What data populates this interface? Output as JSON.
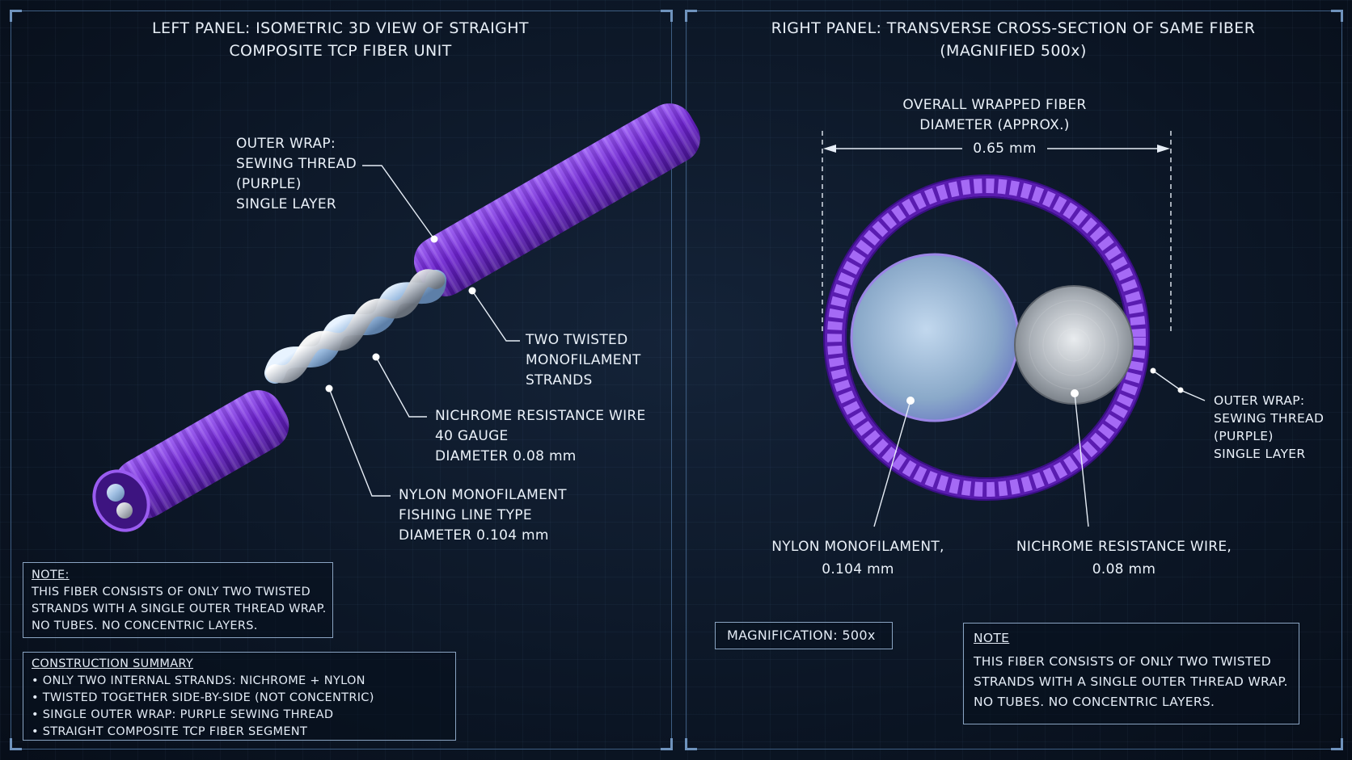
{
  "left_panel": {
    "title_lines": [
      "LEFT PANEL: ISOMETRIC 3D VIEW OF STRAIGHT",
      "COMPOSITE TCP FIBER UNIT"
    ],
    "callouts": {
      "outer_wrap": [
        "OUTER WRAP:",
        "SEWING THREAD",
        "(PURPLE)",
        "SINGLE LAYER"
      ],
      "twisted_strands": [
        "TWO TWISTED",
        "MONOFILAMENT",
        "STRANDS"
      ],
      "nichrome": [
        "NICHROME RESISTANCE WIRE",
        "40 GAUGE",
        "DIAMETER 0.08 mm"
      ],
      "nylon": [
        "NYLON MONOFILAMENT",
        "FISHING LINE TYPE",
        "DIAMETER 0.104 mm"
      ]
    },
    "note": {
      "heading": "NOTE:",
      "lines": [
        "THIS  FIBER CONSISTS OF ONLY TWO TWISTED",
        "STRANDS WITH A SINGLE OUTER THREAD WRAP.",
        "NO TUBES. NO CONCENTRIC LAYERS."
      ]
    },
    "summary": {
      "heading": "CONSTRUCTION SUMMARY",
      "items": [
        "• ONLY TWO INTERNAL STRANDS: NICHROME + NYLON",
        "• TWISTED TOGETHER SIDE-BY-SIDE (NOT CONCENTRIC)",
        "• SINGLE OUTER WRAP: PURPLE SEWING THREAD",
        "• STRAIGHT COMPOSITE TCP FIBER SEGMENT"
      ]
    }
  },
  "right_panel": {
    "title_lines": [
      "RIGHT PANEL: TRANSVERSE CROSS-SECTION OF SAME FIBER",
      "(MAGNIFIED 500x)"
    ],
    "diameter_label": [
      "OVERALL WRAPPED FIBER",
      "DIAMETER  (APPROX.)"
    ],
    "diameter_value": "0.65 mm",
    "callouts": {
      "outer_wrap": [
        "OUTER WRAP:",
        "SEWING THREAD",
        "(PURPLE)",
        "SINGLE LAYER"
      ],
      "nylon": [
        "NYLON MONOFILAMENT,",
        "0.104 mm"
      ],
      "nichrome": [
        "NICHROME RESISTANCE WIRE,",
        "0.08 mm"
      ]
    },
    "magnification": "MAGNIFICATION:  500x",
    "note": {
      "heading": "NOTE",
      "lines": [
        "THIS FIBER CONSISTS OF ONLY TWO TWISTED",
        "STRANDS WITH A SINGLE OUTER THREAD WRAP.",
        "NO TUBES.  NO CONCENTRIC LAYERS."
      ]
    }
  },
  "colors": {
    "thread_purple": "#6a22c4",
    "thread_highlight": "#a86bff",
    "nylon": "#a9c6e6",
    "nichrome": "#c9ccd1",
    "leader_line": "#e6edf6",
    "frame": "#3e5e83"
  }
}
